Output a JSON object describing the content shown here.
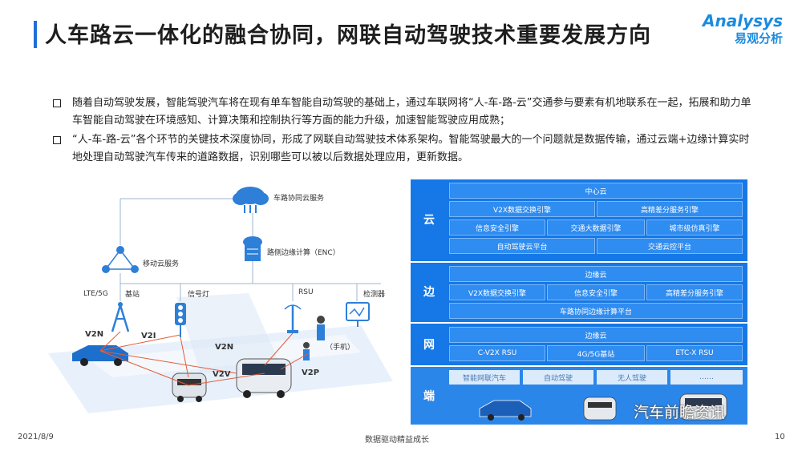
{
  "header": {
    "title": "人车路云一体化的融合协同，网联自动驾驶技术重要发展方向",
    "logo_en": "Analysys",
    "logo_cn": "易观分析"
  },
  "bullets": [
    "随着自动驾驶发展，智能驾驶汽车将在现有单车智能自动驾驶的基础上，通过车联网将“人-车-路-云”交通参与要素有机地联系在一起，拓展和助力单车智能自动驾驶在环境感知、计算决策和控制执行等方面的能力升级，加速智能驾驶应用成熟；",
    "“人-车-路-云”各个环节的关键技术深度协同，形成了网联自动驾驶技术体系架构。智能驾驶最大的一个问题就是数据传输，通过云端+边缘计算实时地处理自动驾驶汽车传来的道路数据，识别哪些可以被以后数据处理应用，更新数据。"
  ],
  "diagram": {
    "cloud_service": "车路协同云服务",
    "edge_compute": "路侧边缘计算（ENC）",
    "mobile_cloud": "移动云服务",
    "lte": "LTE/5G",
    "base_station": "基站",
    "signal_light": "信号灯",
    "rsu": "RSU",
    "detector": "检测器",
    "phone": "（手机）",
    "v2n_left": "V2N",
    "v2i": "V2I",
    "v2n_mid": "V2N",
    "v2v": "V2V",
    "v2p": "V2P"
  },
  "architecture": {
    "cloud": {
      "label": "云",
      "top": "中心云",
      "row1": [
        "V2X数据交换引擎",
        "高精差分服务引擎"
      ],
      "row2": [
        "信息安全引擎",
        "交通大数据引擎",
        "城市级仿真引擎"
      ],
      "row3": [
        "自动驾驶云平台",
        "交通云控平台"
      ]
    },
    "edge": {
      "label": "边",
      "top": "边缘云",
      "row1": [
        "V2X数据交换引擎",
        "信息安全引擎",
        "高精差分服务引擎"
      ],
      "row2": "车路协同边缘计算平台"
    },
    "network": {
      "label": "网",
      "top": "边缘云",
      "row1": [
        "C-V2X RSU",
        "4G/5G基站",
        "ETC-X RSU"
      ]
    },
    "terminal": {
      "label": "端",
      "row1": [
        "智能网联汽车",
        "自动驾驶",
        "无人驾驶",
        "……"
      ]
    }
  },
  "footer": {
    "date": "2021/8/9",
    "center": "数据驱动精益成长",
    "page": "10"
  },
  "watermark": "汽车前瞻资讯",
  "colors": {
    "accent": "#1f6fd6",
    "arch_bg": "#1678e6",
    "cell_bg": "#2f8cf0",
    "logo": "#1a8be0"
  }
}
